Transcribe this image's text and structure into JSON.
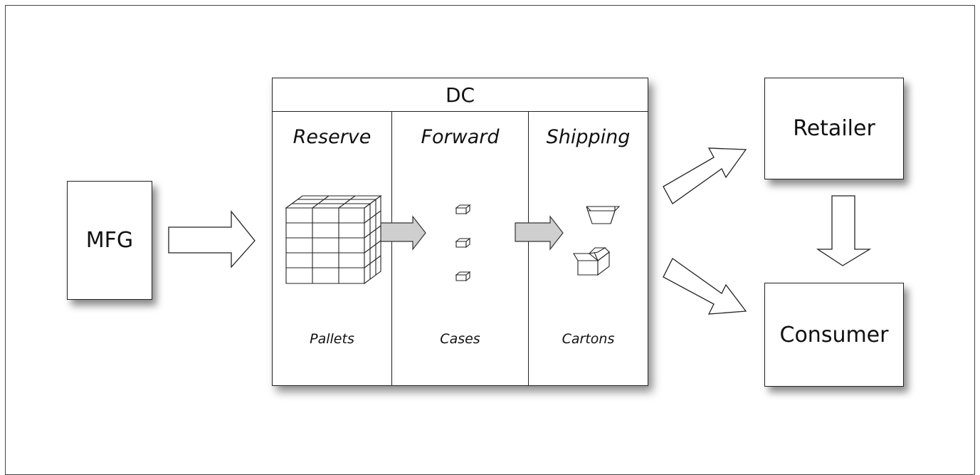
{
  "nodes": {
    "mfg": "MFG",
    "dc": "DC",
    "retailer": "Retailer",
    "consumer": "Consumer"
  },
  "dc_sections": [
    {
      "title": "Reserve",
      "unit": "Pallets"
    },
    {
      "title": "Forward",
      "unit": "Cases"
    },
    {
      "title": "Shipping",
      "unit": "Cartons"
    }
  ]
}
